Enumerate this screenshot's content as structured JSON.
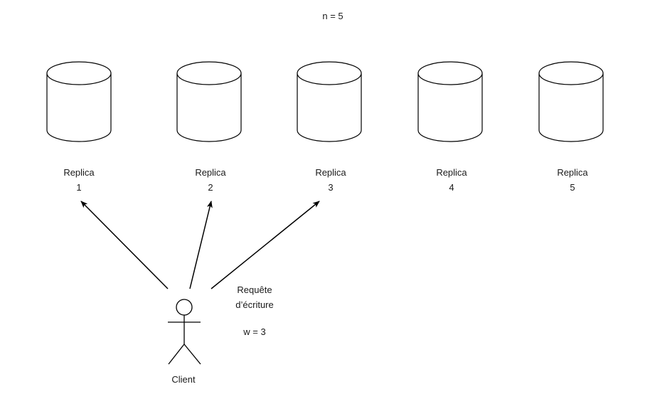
{
  "title": "n = 5",
  "replicas": [
    {
      "line1": "Replica",
      "line2": "1"
    },
    {
      "line1": "Replica",
      "line2": "2"
    },
    {
      "line1": "Replica",
      "line2": "3"
    },
    {
      "line1": "Replica",
      "line2": "4"
    },
    {
      "line1": "Replica",
      "line2": "5"
    }
  ],
  "client": {
    "label": "Client"
  },
  "request": {
    "line1": "Requête",
    "line2": "d’écriture"
  },
  "quorum": "w = 3",
  "colors": {
    "stroke": "#000000",
    "text": "#1a1a1a",
    "background": "#ffffff"
  }
}
